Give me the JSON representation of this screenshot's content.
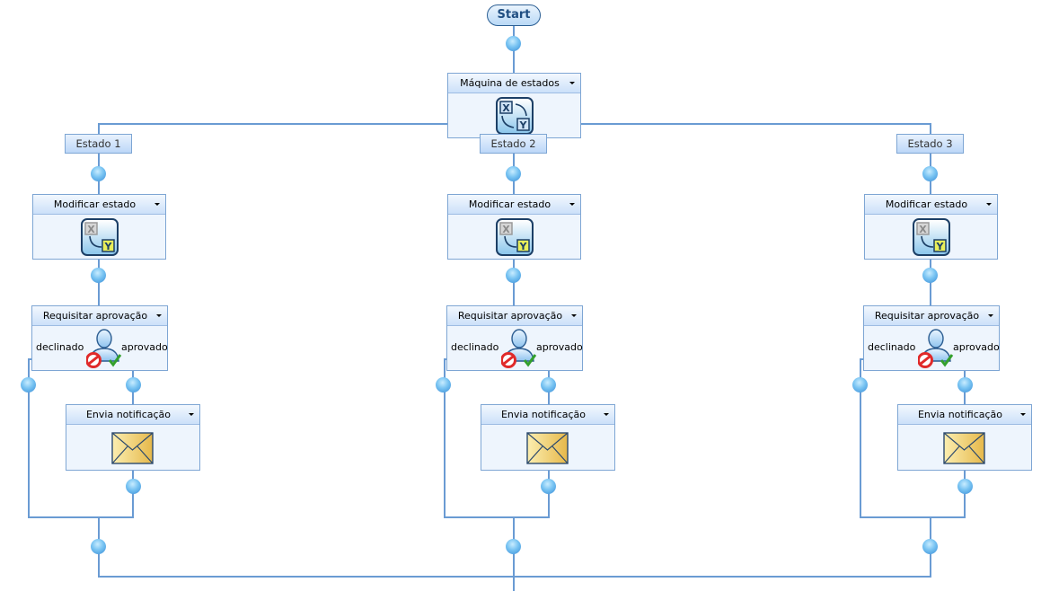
{
  "start": {
    "label": "Start"
  },
  "state_machine": {
    "label": "Máquina de estados",
    "icon": "state-machine-icon"
  },
  "branches": [
    {
      "state_label": "Estado 1",
      "modify": {
        "label": "Modificar estado",
        "icon": "set-state-icon"
      },
      "approval": {
        "label": "Requisitar aprovação",
        "declined": "declinado",
        "approved": "aprovado",
        "icon": "approval-person-icon"
      },
      "notify": {
        "label": "Envia notificação",
        "icon": "envelope-icon"
      }
    },
    {
      "state_label": "Estado 2",
      "modify": {
        "label": "Modificar estado",
        "icon": "set-state-icon"
      },
      "approval": {
        "label": "Requisitar aprovação",
        "declined": "declinado",
        "approved": "aprovado",
        "icon": "approval-person-icon"
      },
      "notify": {
        "label": "Envia notificação",
        "icon": "envelope-icon"
      }
    },
    {
      "state_label": "Estado 3",
      "modify": {
        "label": "Modificar estado",
        "icon": "set-state-icon"
      },
      "approval": {
        "label": "Requisitar aprovação",
        "declined": "declinado",
        "approved": "aprovado",
        "icon": "approval-person-icon"
      },
      "notify": {
        "label": "Envia notificação",
        "icon": "envelope-icon"
      }
    }
  ],
  "colors": {
    "connector": "#6a9bd3",
    "node_border": "#7ea6d4",
    "start_text": "#1f4e82"
  }
}
